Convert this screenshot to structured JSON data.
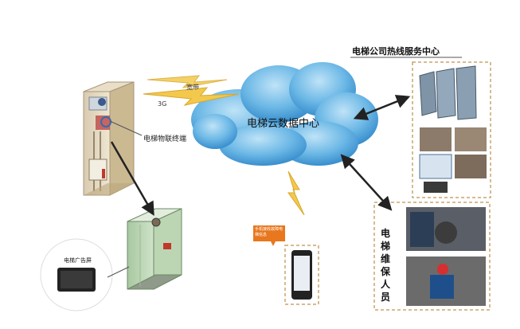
{
  "cloud": {
    "label": "电梯云数据中心"
  },
  "elevator": {
    "terminal_label": "电梯物联终端"
  },
  "links": {
    "wireless_3g": "3G",
    "wireless_broadband": "宽带",
    "wireless_phone": ""
  },
  "hotline_center": {
    "title": "电梯公司热线服务中心"
  },
  "maintenance": {
    "title": "电梯维保人员"
  },
  "ad_screen": {
    "label": "电梯广告屏"
  },
  "phone": {
    "caption": "手机接收故障电梯信息"
  },
  "colors": {
    "cloud": "#4aa3df",
    "bolt": "#f2c94c",
    "dashed_border": "#c9a66b",
    "arrow": "#222222"
  }
}
